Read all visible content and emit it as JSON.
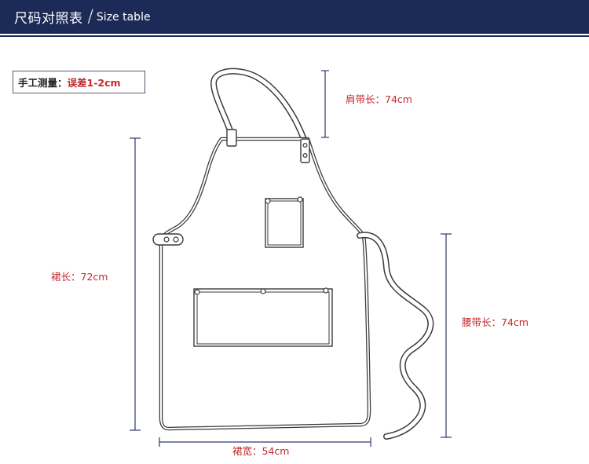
{
  "header": {
    "title_cn": "尺码对照表",
    "separator": "/",
    "title_en": "Size table"
  },
  "note": {
    "label": "手工测量：",
    "value": "误差1-2cm"
  },
  "measurements": {
    "shoulder_strap": "肩带长：74cm",
    "length": "裙长：72cm",
    "waist_strap": "腰带长：74cm",
    "width": "裙宽：54cm"
  },
  "colors": {
    "header_bg": "#1c2a57",
    "accent": "#c4282c",
    "dim_line": "#2c3a6b",
    "ink": "#3a3a3a"
  }
}
